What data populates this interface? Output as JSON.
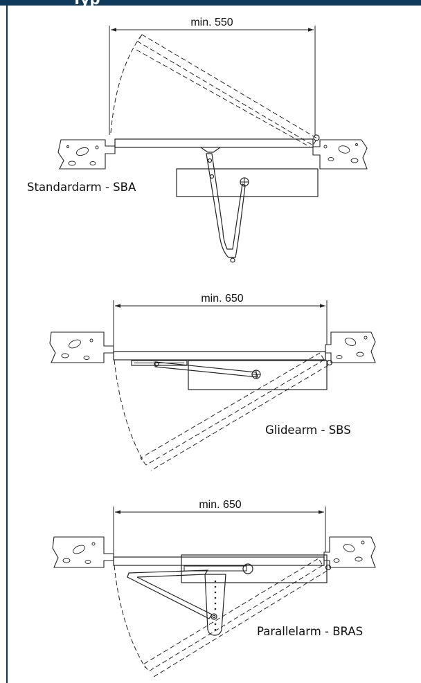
{
  "header": {
    "title": "Typ",
    "color": "#0f3a5c"
  },
  "diagrams": [
    {
      "id": "sba",
      "dimension_label": "min. 550",
      "caption": "Standardarm - SBA"
    },
    {
      "id": "sbs",
      "dimension_label": "min. 650",
      "caption": "Glidearm - SBS"
    },
    {
      "id": "bras",
      "dimension_label": "min. 650",
      "caption": "Parallelarm - BRAS"
    }
  ]
}
